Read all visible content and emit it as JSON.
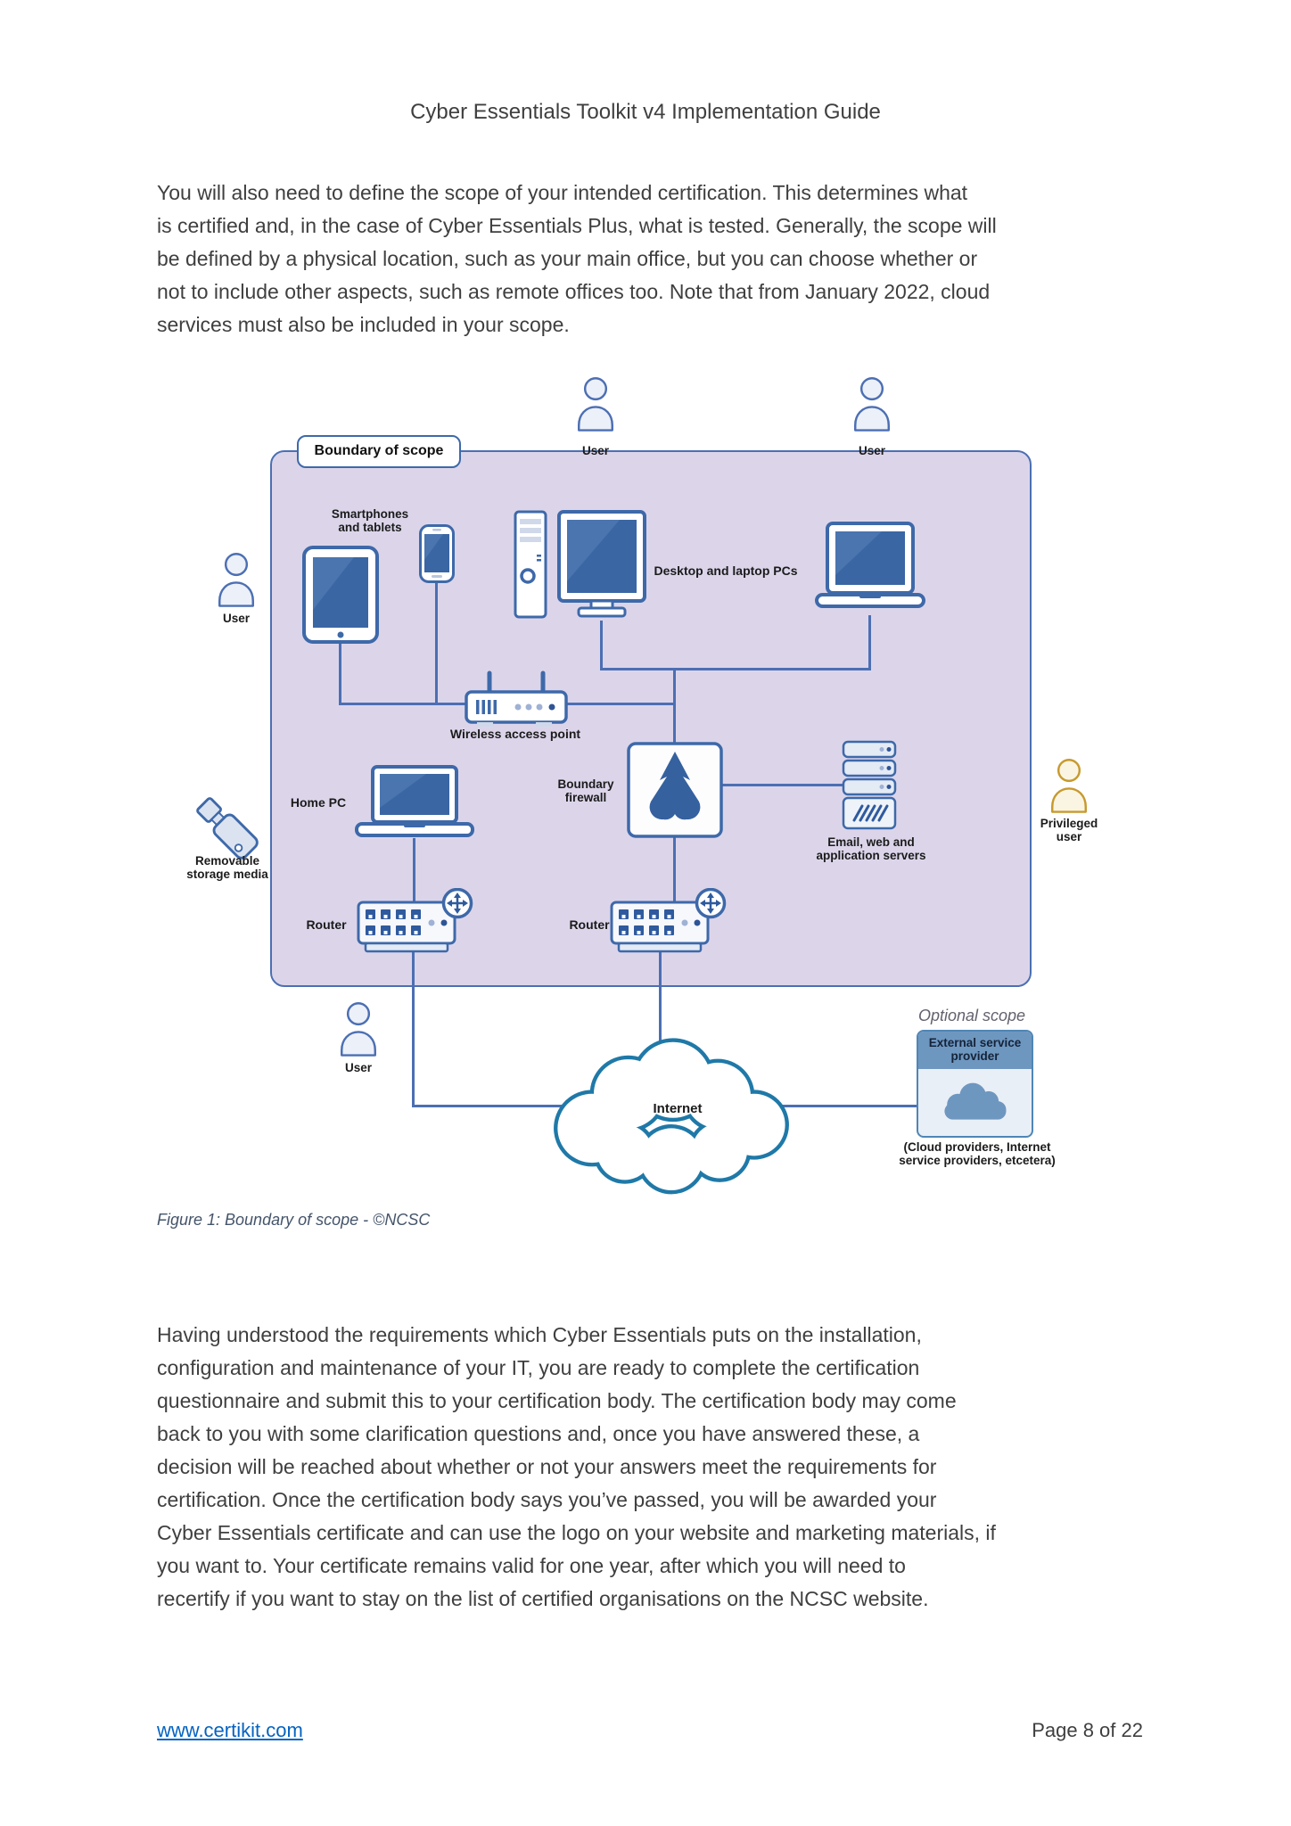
{
  "page": {
    "title": "Cyber Essentials Toolkit v4 Implementation Guide"
  },
  "paragraph1": {
    "lines": [
      "You will also need to define the scope of your intended certification. This determines what",
      "is certified and, in the case of Cyber Essentials Plus, what is tested. Generally, the scope will",
      "be defined by a physical location, such as your main office, but you can choose whether or",
      "not to include other aspects, such as remote offices too. Note that from January 2022, cloud",
      "services must also be included in your scope."
    ]
  },
  "diagram": {
    "boundary_label": "Boundary of scope",
    "user_label": "User",
    "privileged_label_line1": "Privileged",
    "privileged_label_line2": "user",
    "smartphones_label_line1": "Smartphones",
    "smartphones_label_line2": "and tablets",
    "desktop_label": "Desktop and laptop PCs",
    "wap_label": "Wireless access point",
    "firewall_label_line1": "Boundary",
    "firewall_label_line2": "firewall",
    "servers_label_line1": "Email, web and",
    "servers_label_line2": "application servers",
    "home_pc_label": "Home PC",
    "removable_label_line1": "Removable",
    "removable_label_line2": "storage media",
    "router_label": "Router",
    "internet_label": "Internet",
    "optional_scope_label": "Optional scope",
    "esp_title_line1": "External service",
    "esp_title_line2": "provider",
    "esp_caption_line1": "(Cloud providers, Internet",
    "esp_caption_line2": "service providers, etcetera)",
    "colors": {
      "boundary_fill": "#DCD5EA",
      "boundary_stroke": "#4C6FB3",
      "connector_blue": "#4C6FB3",
      "device_blue": "#3E69A9",
      "screen_blue": "#3A66A4",
      "cloud_stroke": "#1F79A8",
      "privileged_gold": "#C79A2E",
      "esp_header_blue": "#6E97C0"
    }
  },
  "figure_caption": "Figure 1: Boundary of scope - ©NCSC",
  "paragraph2": {
    "lines": [
      "Having understood the requirements which Cyber Essentials puts on the installation,",
      "configuration and maintenance of your IT, you are ready to complete the certification",
      "questionnaire and submit this to your certification body. The certification body may come",
      "back to you with some clarification questions and, once you have answered these, a",
      "decision will be reached about whether or not your answers meet the requirements for",
      "certification. Once the certification body says you’ve passed, you will be awarded your",
      "Cyber Essentials certificate and can use the logo on your website and marketing materials, if",
      "you want to. Your certificate remains valid for one year, after which you will need to",
      "recertify if you want to stay on the list of certified organisations on the NCSC website."
    ]
  },
  "footer": {
    "link": "www.certikit.com",
    "page_number": "Page 8 of 22"
  }
}
